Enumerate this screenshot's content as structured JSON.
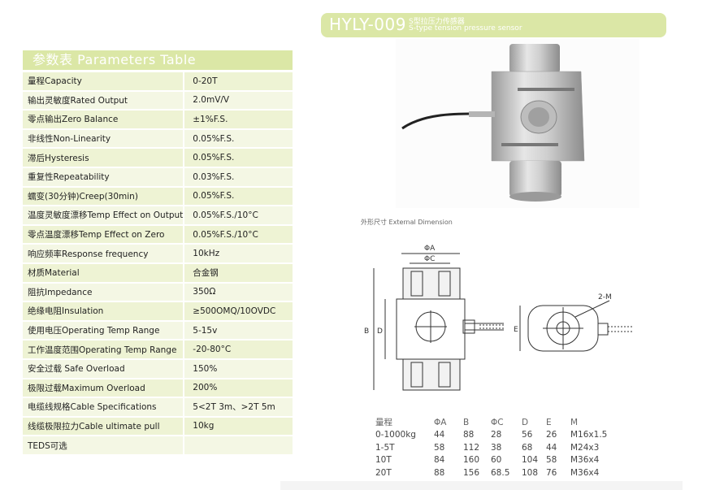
{
  "title": {
    "model": "HYLY-009",
    "name_cn": "S型拉压力传感器",
    "name_en": "S-type tension pressure sensor"
  },
  "params": {
    "heading": "参数表  Parameters Table",
    "rows": [
      {
        "label": "量程Capacity",
        "value": "0-20T"
      },
      {
        "label": "输出灵敏度Rated Output",
        "value": "2.0mV/V"
      },
      {
        "label": "零点输出Zero Balance",
        "value": "±1%F.S."
      },
      {
        "label": "非线性Non-Linearity",
        "value": "0.05%F.S."
      },
      {
        "label": "滞后Hysteresis",
        "value": "0.05%F.S."
      },
      {
        "label": "重复性Repeatability",
        "value": "0.03%F.S."
      },
      {
        "label": "蠕变(30分钟)Creep(30min)",
        "value": "0.05%F.S."
      },
      {
        "label": "温度灵敏度漂移Temp Effect on Output",
        "value": "0.05%F.S./10°C"
      },
      {
        "label": "零点温度漂移Temp Effect on Zero",
        "value": "0.05%F.S./10°C"
      },
      {
        "label": "响应频率Response frequency",
        "value": "10kHz"
      },
      {
        "label": "材质Material",
        "value": "合金钢"
      },
      {
        "label": "阻抗Impedance",
        "value": "350Ω"
      },
      {
        "label": "绝缘电阻Insulation",
        "value": "≥500OMQ/10OVDC"
      },
      {
        "label": "使用电压Operating Temp Range",
        "value": "5-15v"
      },
      {
        "label": "工作温度范围Operating Temp Range",
        "value": "-20-80°C"
      },
      {
        "label": "安全过载 Safe Overload",
        "value": "150%"
      },
      {
        "label": "极限过载Maximum Overload",
        "value": "200%"
      },
      {
        "label": "电缆线规格Cable Specifications",
        "value": "5<2T 3m、>2T 5m"
      },
      {
        "label": "线缆极限拉力Cable ultimate pull",
        "value": "10kg"
      },
      {
        "label": "TEDS可选",
        "value": ""
      }
    ]
  },
  "drawing": {
    "caption": "外形尺寸 External Dimension",
    "labels": {
      "phiA": "ΦA",
      "phiC": "ΦC",
      "B": "B",
      "D": "D",
      "E": "E",
      "M": "2-M"
    }
  },
  "dimensions": {
    "headers": [
      "量程",
      "ΦA",
      "B",
      "ΦC",
      "D",
      "E",
      "M"
    ],
    "rows": [
      [
        "0-1000kg",
        "44",
        "88",
        "28",
        "56",
        "26",
        "M16x1.5"
      ],
      [
        "1-5T",
        "58",
        "112",
        "38",
        "68",
        "44",
        "M24x3"
      ],
      [
        "10T",
        "84",
        "160",
        "60",
        "104",
        "58",
        "M36x4"
      ],
      [
        "20T",
        "88",
        "156",
        "68.5",
        "108",
        "76",
        "M36x4"
      ]
    ]
  },
  "colors": {
    "accent": "#dbe7a6",
    "row_a": "#eef3d4",
    "row_b": "#f4f7e4"
  }
}
